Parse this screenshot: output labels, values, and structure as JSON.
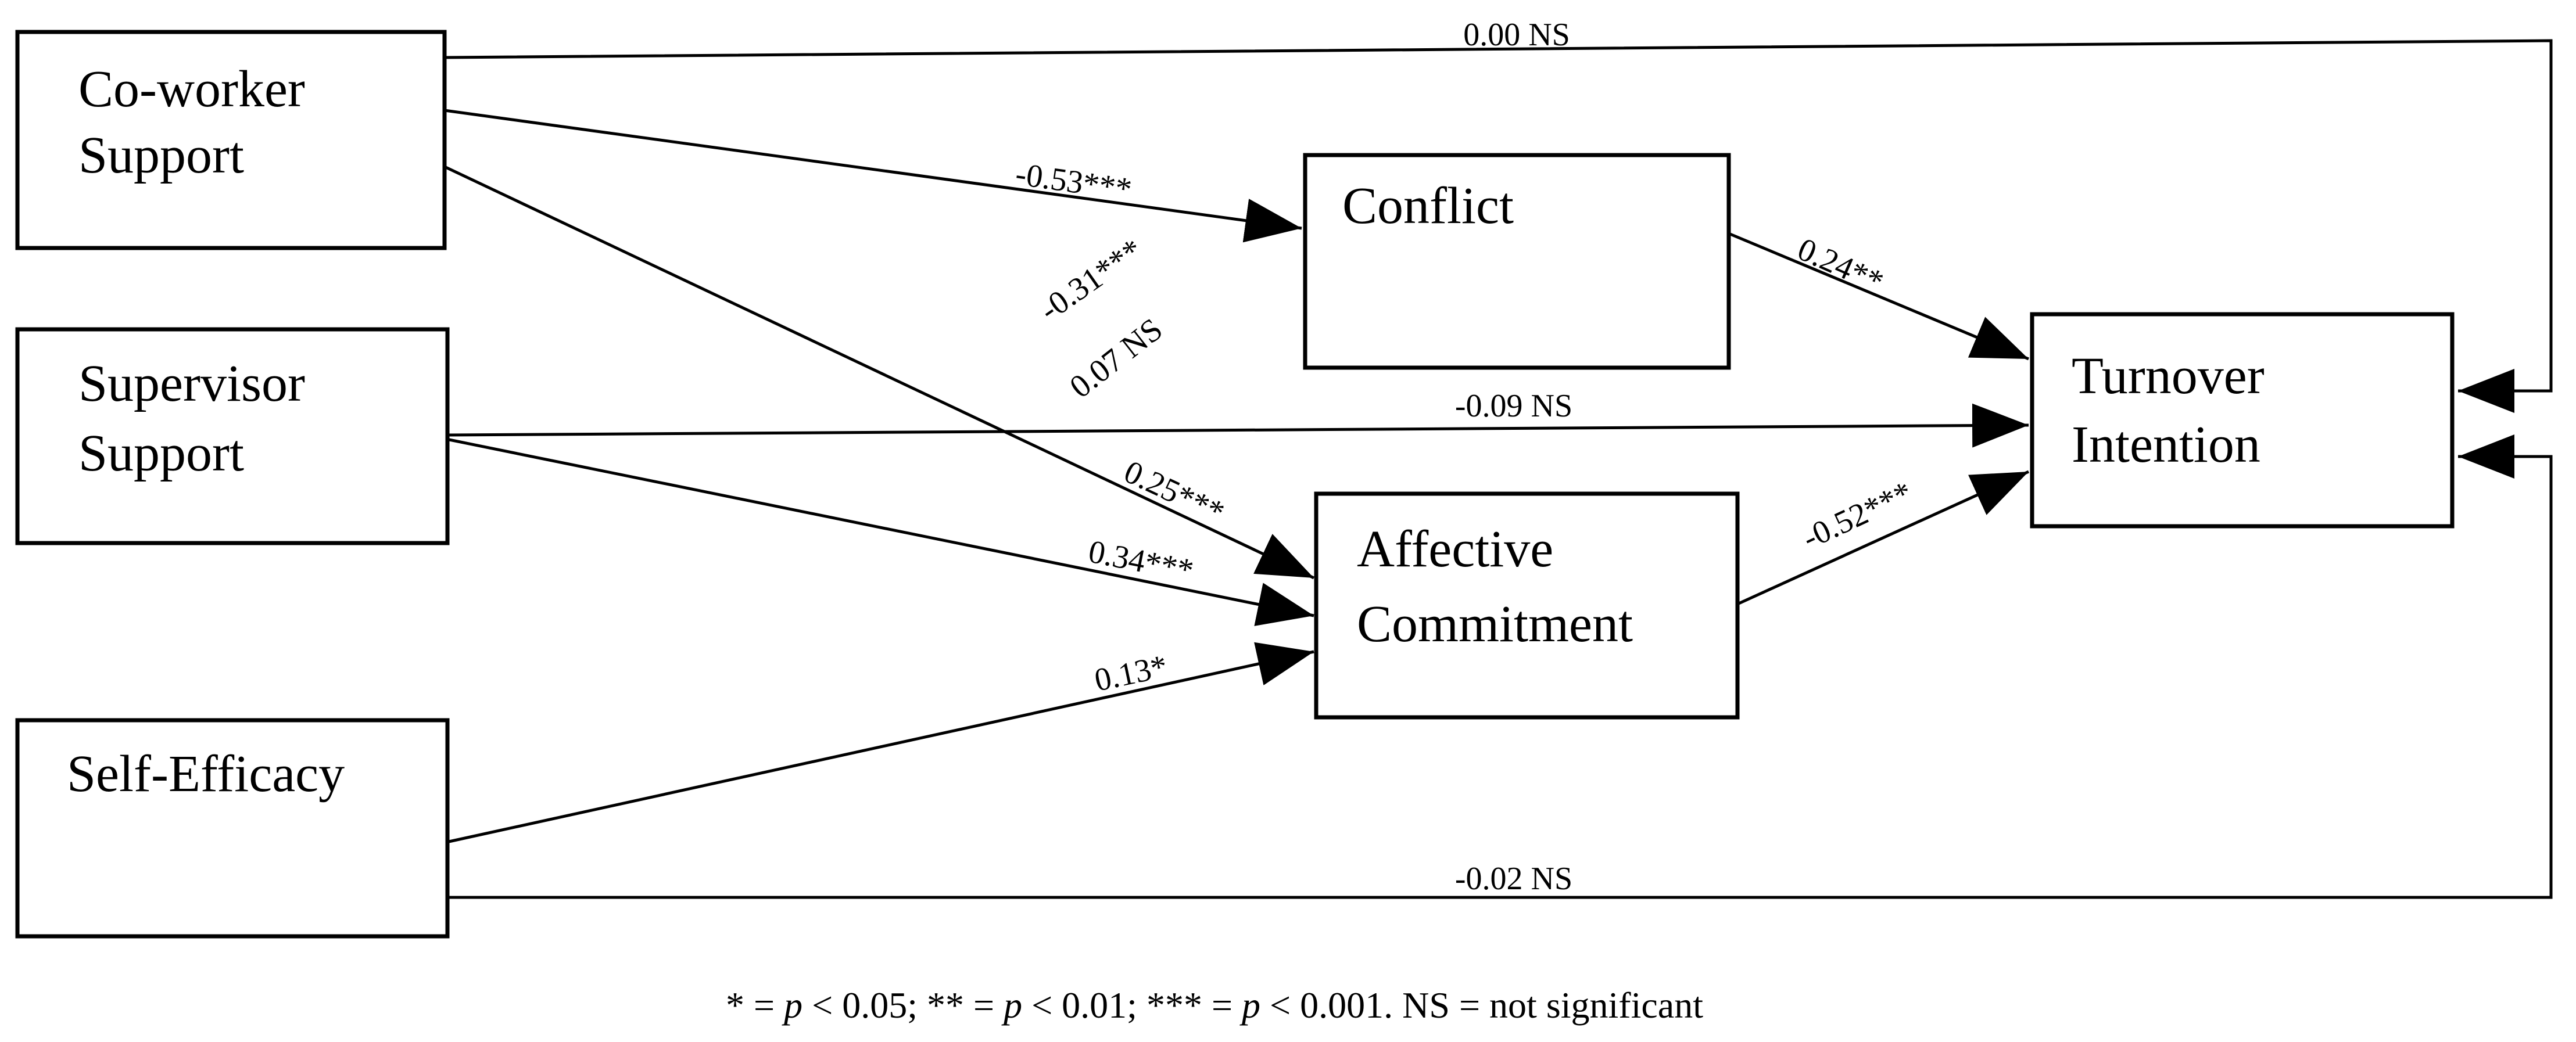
{
  "diagram": {
    "nodes": {
      "coworker_support": {
        "line1": "Co-worker",
        "line2": "Support"
      },
      "supervisor_support": {
        "line1": "Supervisor",
        "line2": "Support"
      },
      "self_efficacy": {
        "line1": "Self-Efficacy"
      },
      "conflict": {
        "line1": "Conflict"
      },
      "affective_commitment": {
        "line1": "Affective",
        "line2": "Commitment"
      },
      "turnover_intention": {
        "line1": "Turnover",
        "line2": "Intention"
      }
    },
    "edge_labels": {
      "cws_turnover": "0.00 NS",
      "cws_conflict": "-0.53***",
      "sup_conflict": "-0.31***",
      "se_conflict": "0.07 NS",
      "cws_ac": "0.25***",
      "sup_turnover": "-0.09 NS",
      "sup_ac": "0.34***",
      "se_ac": "0.13*",
      "se_turnover": "-0.02 NS",
      "conflict_turnover": "0.24**",
      "ac_turnover": "-0.52***"
    },
    "colors": {
      "line": "#000000",
      "text": "#000000",
      "background": "#ffffff"
    }
  },
  "footer": {
    "parts": [
      "* = ",
      "p",
      " < 0.05; ** = ",
      "p",
      " < 0.01; *** = ",
      "p",
      " < 0.001. NS = not significant"
    ]
  }
}
